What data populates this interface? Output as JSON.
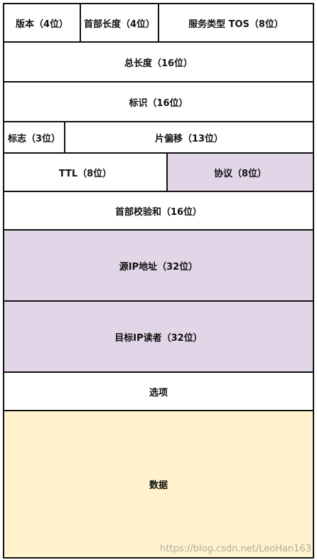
{
  "fields": {
    "version": "版本（4位）",
    "header_length": "首部长度（4位）",
    "service_type": "服务类型 TOS（8位）",
    "total_length": "总长度（16位）",
    "identification": "标识（16位）",
    "flags": "标志（3位）",
    "fragment_offset": "片偏移（13位）",
    "ttl": "TTL（8位）",
    "protocol": "协议（8位）",
    "header_checksum": "首部校验和（16位）",
    "source_ip": "源IP地址（32位）",
    "dest_ip": "目标IP读者（32位）",
    "options": "选项",
    "data": "数据"
  },
  "watermark": "https://blog.csdn.net/LeoHan163",
  "colors": {
    "highlight_purple": "#e1d5e7",
    "data_yellow": "#fff2cc",
    "border": "#111111"
  }
}
